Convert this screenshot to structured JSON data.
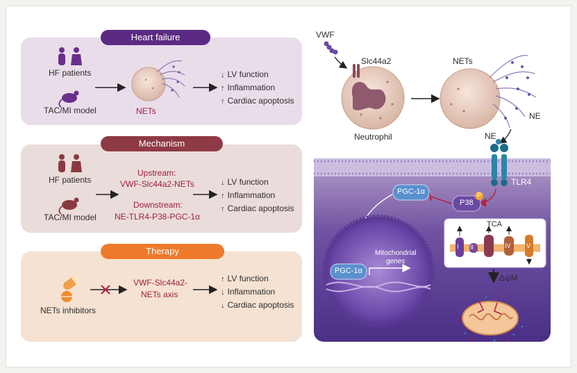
{
  "panels": {
    "heart_failure": {
      "title": "Heart failure",
      "label_patients": "HF patients",
      "label_model": "TAC/MI model",
      "label_nets": "NETs",
      "outcomes": [
        {
          "dir": "↓",
          "text": "LV function"
        },
        {
          "dir": "↑",
          "text": "Inflammation"
        },
        {
          "dir": "↑",
          "text": "Cardiac apoptosis"
        }
      ]
    },
    "mechanism": {
      "title": "Mechanism",
      "label_patients": "HF patients",
      "label_model": "TAC/MI model",
      "upstream_label": "Upstream:",
      "upstream_path": "VWF-Slc44a2-NETs",
      "downstream_label": "Downstream:",
      "downstream_path": "NE-TLR4-P38-PGC-1α",
      "outcomes": [
        {
          "dir": "↓",
          "text": "LV function"
        },
        {
          "dir": "↑",
          "text": "Inflammation"
        },
        {
          "dir": "↑",
          "text": "Cardiac apoptosis"
        }
      ]
    },
    "therapy": {
      "title": "Therapy",
      "label_inhibitors": "NETs inhibitors",
      "axis_line1": "VWF-Slc44a2-",
      "axis_line2": "NETs axis",
      "outcomes": [
        {
          "dir": "↑",
          "text": "LV function"
        },
        {
          "dir": "↓",
          "text": "Inflammation"
        },
        {
          "dir": "↓",
          "text": "Cardiac apoptosis"
        }
      ]
    }
  },
  "mechanism_diagram": {
    "vwf": "VWF",
    "slc": "Slc44a2",
    "nets": "NETs",
    "ne_top": "NE",
    "ne_receptor": "NE",
    "neutrophil": "Neutrophil",
    "tlr4": "TLR4",
    "pgc_cyto": "PGC-1α",
    "p38": "P38",
    "phospho": "P",
    "pgc_nuc": "PGC-1α",
    "mito_genes_1": "Mitochondrial",
    "mito_genes_2": "genes",
    "tca": "TCA",
    "complex_1": "I",
    "complex_2": "II",
    "complex_4": "IV",
    "complex_5": "V",
    "delta_psi": "ΔψM"
  },
  "colors": {
    "hf_purple": "#5b2b84",
    "mech_maroon": "#8e3a45",
    "therapy_orange": "#ee7a2c",
    "text_red": "#a01e3c"
  }
}
